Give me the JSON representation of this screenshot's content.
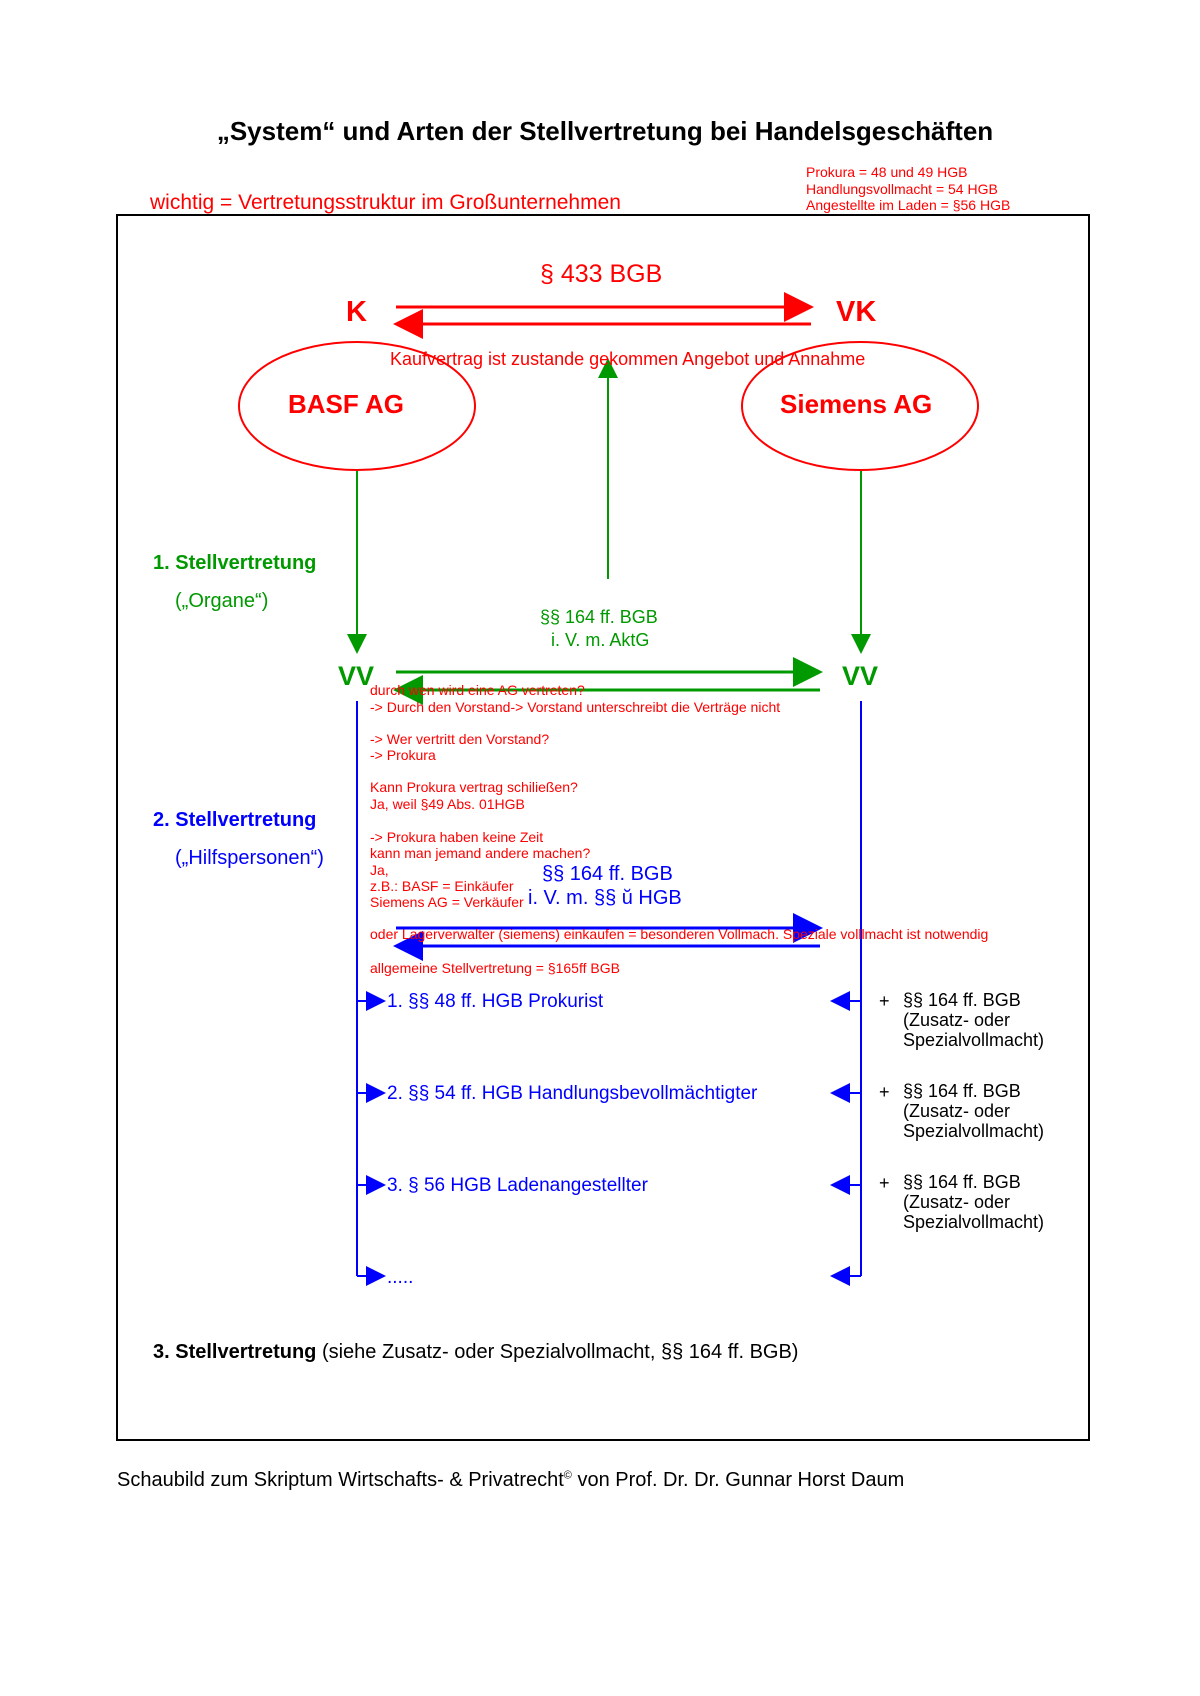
{
  "title": "„System“ und Arten der Stellvertretung bei Handelsgeschäften",
  "important": "wichtig = Vertretungsstruktur im Großunternehmen",
  "side_notes": [
    "Prokura = 48 und 49 HGB",
    "Handlungsvollmacht = 54 HGB",
    "Angestellte im Laden = §56 HGB"
  ],
  "top": {
    "law": "§ 433 BGB",
    "buyer": "K",
    "seller": "VK",
    "contract_note": "Kaufvertrag ist zustande gekommen Angebot und Annahme",
    "left_company": "BASF AG",
    "right_company": "Siemens AG"
  },
  "first": {
    "label": "1. Stellvertretung",
    "sub": "(„Organe“)",
    "law1": "§§ 164 ff. BGB",
    "law2": "i. V. m. AktG",
    "vv_left": "VV",
    "vv_right": "VV"
  },
  "notes": [
    "durch wen wird eine AG vertreten?",
    "-> Durch den Vorstand-> Vorstand unterschreibt die Verträge nicht",
    "-> Wer vertritt den Vorstand?",
    "-> Prokura",
    "Kann Prokura vertrag schiließen?",
    "Ja, weil §49 Abs. 01HGB",
    "-> Prokura haben keine Zeit",
    "kann man jemand andere machen?",
    "Ja,",
    "z.B.: BASF = Einkäufer",
    "Siemens AG = Verkäufer",
    "oder Lagerverwalter (siemens) einkaufen = besonderen Vollmach. Speziale volllmacht ist notwendig",
    "allgemeine Stellvertretung = §165ff BGB"
  ],
  "second": {
    "label": "2. Stellvertretung",
    "sub": "(„Hilfspersonen“)",
    "law1": "§§ 164 ff. BGB",
    "law2": "i. V. m. §§ ŭ  HGB",
    "items": [
      "1. §§ 48 ff. HGB Prokurist",
      "2. §§ 54 ff. HGB Handlungsbevollmächtigter",
      "3. § 56 HGB Ladenangestellter",
      "....."
    ],
    "addon": {
      "plus": "+",
      "law": "§§ 164 ff. BGB",
      "l2": "(Zusatz- oder",
      "l3": "Spezialvollmacht)"
    }
  },
  "third": {
    "label": "3. Stellvertretung",
    "rest": " (siehe Zusatz- oder Spezialvollmacht, §§ 164 ff. BGB)"
  },
  "footer": {
    "text": "Schaubild zum Skriptum Wirtschafts- & Privatrecht",
    "sup": "©",
    "rest": " von Prof. Dr. Dr. Gunnar Horst Daum"
  }
}
